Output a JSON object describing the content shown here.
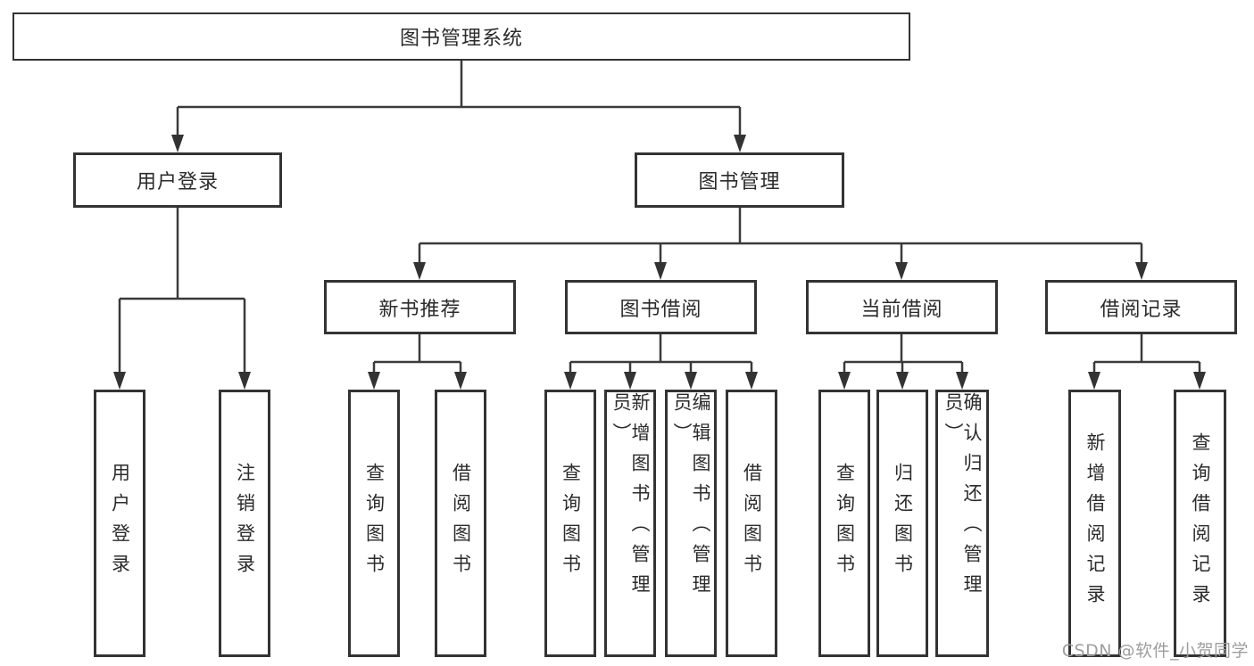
{
  "diagram": {
    "root": {
      "label": "图书管理系统"
    },
    "branches": [
      {
        "label": "用户登录",
        "leaves": [
          "用户登录",
          "注销登录"
        ]
      },
      {
        "label": "图书管理",
        "groups": [
          {
            "label": "新书推荐",
            "leaves": [
              "查询图书",
              "借阅图书"
            ]
          },
          {
            "label": "图书借阅",
            "leaves": [
              "查询图书",
              "新增图书（管理员）",
              "编辑图书（管理员）",
              "借阅图书"
            ]
          },
          {
            "label": "当前借阅",
            "leaves": [
              "查询图书",
              "归还图书",
              "确认归还（管理员）"
            ]
          },
          {
            "label": "借阅记录",
            "leaves": [
              "新增借阅记录",
              "查询借阅记录"
            ]
          }
        ]
      }
    ],
    "watermark": "CSDN @软件_小贺同学",
    "colors": {
      "line": "#3a3a3a",
      "arrow": "#333333",
      "box_border": "#333333",
      "box_fill": "#ffffff",
      "text": "#2b2b2b",
      "watermark": "#9e9e9e",
      "background": "#ffffff"
    }
  }
}
